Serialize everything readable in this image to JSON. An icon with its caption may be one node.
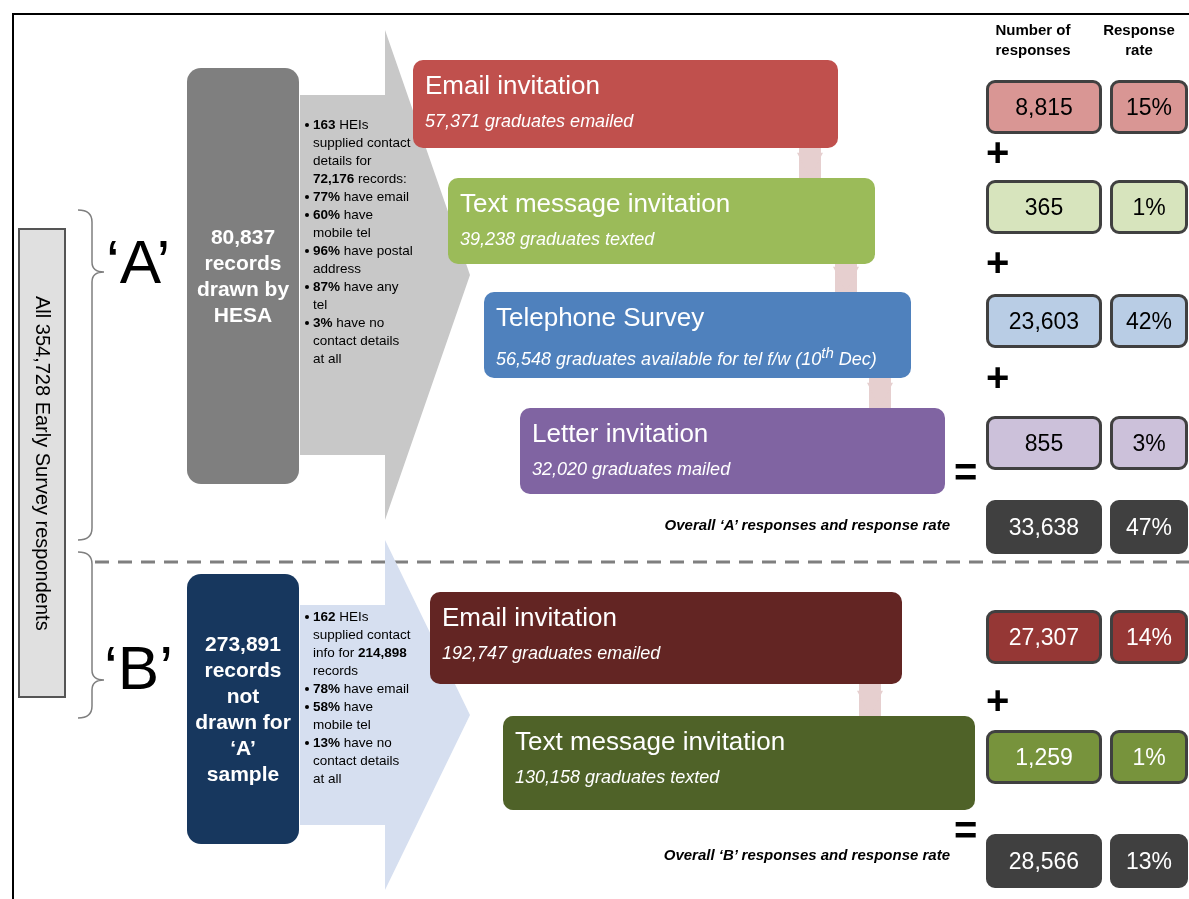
{
  "diagram": {
    "nodes": [
      {
        "text": [
          "All 354,728 Early Survey respondents"
        ]
      },
      {
        "text": [
          "80,837 records drawn by HESA"
        ]
      },
      {
        "text": [
          "**163** HEIs supplied contact details for **72,176** records:",
          "**77%** have email",
          "**60%** have mobile tel",
          "**96%** have postal address",
          "**87%** have any tel",
          "**3%** have no contact details at all"
        ]
      },
      {
        "text": [
          "Email invitation",
          "57,371 graduates emailed"
        ]
      },
      {
        "text": [
          "Text message invitation",
          "39,238 graduates texted"
        ]
      },
      {
        "text": [
          "Telephone Survey",
          "56,548 graduates available for tel f/w (10$^{th}$ Dec)"
        ]
      },
      {
        "text": [
          "Letter invitation",
          "32,020 graduates mailed"
        ]
      },
      {
        "text": [
          "8,815"
        ]
      },
      {
        "text": [
          "15%"
        ]
      },
      {
        "text": [
          "365"
        ]
      },
      {
        "text": [
          "1%"
        ]
      },
      {
        "text": [
          "23,603"
        ]
      },
      {
        "text": [
          "42%"
        ]
      },
      {
        "text": [
          "855"
        ]
      },
      {
        "text": [
          "3%"
        ]
      },
      {
        "text": [
          "33,638"
        ]
      },
      {
        "text": [
          "47%"
        ]
      },
      {
        "text": [
          "273,891 records not drawn for ‘A’ sample"
        ]
      },
      {
        "text": [
          "**162** HEIs supplied contact info for **214,898** records",
          "**78%** have email",
          "**58%** have mobile tel",
          "**13%** have no contact details at all"
        ]
      },
      {
        "text": [
          "Email invitation",
          "192,747 graduates emailed"
        ]
      },
      {
        "text": [
          "Text message invitation",
          "130,158 graduates texted"
        ]
      },
      {
        "text": [
          "27,307"
        ]
      },
      {
        "text": [
          "14%"
        ]
      },
      {
        "text": [
          "1,259"
        ]
      },
      {
        "text": [
          "1%"
        ]
      },
      {
        "text": [
          "28,566"
        ]
      },
      {
        "text": [
          "13%"
        ]
      }
    ],
    "edges": [
      {
        "from": 3,
        "to": 4,
        "arrow": "to"
      },
      {
        "from": 4,
        "to": 5,
        "arrow": "to"
      },
      {
        "from": 5,
        "to": 6,
        "arrow": "to"
      },
      {
        "from": 19,
        "to": 20,
        "arrow": "to"
      }
    ],
    "labels": [
      "Number of responses",
      "Response rate",
      "‘A’",
      "+",
      "+",
      "+",
      "=",
      "Overall ‘A’ responses and response rate",
      "‘B’",
      "+",
      "=",
      "Overall ‘B’ responses and response rate"
    ]
  }
}
